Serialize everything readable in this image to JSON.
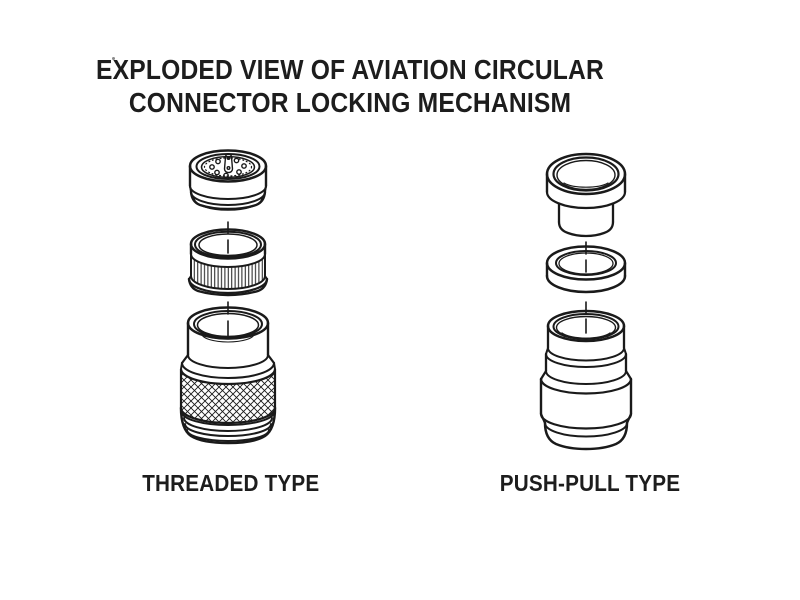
{
  "colors": {
    "background": "#ffffff",
    "ink": "#1a1a1a",
    "text": "#1d1d1d"
  },
  "title": {
    "line1": "EXPLODED VIEW OF AVIATION CIRCULAR",
    "line2": "CONNECTOR LOCKING MECHANISM"
  },
  "diagrams": {
    "threaded": {
      "caption": "THREADED TYPE"
    },
    "push_pull": {
      "caption": "PUSH-PULL TYPE"
    }
  }
}
